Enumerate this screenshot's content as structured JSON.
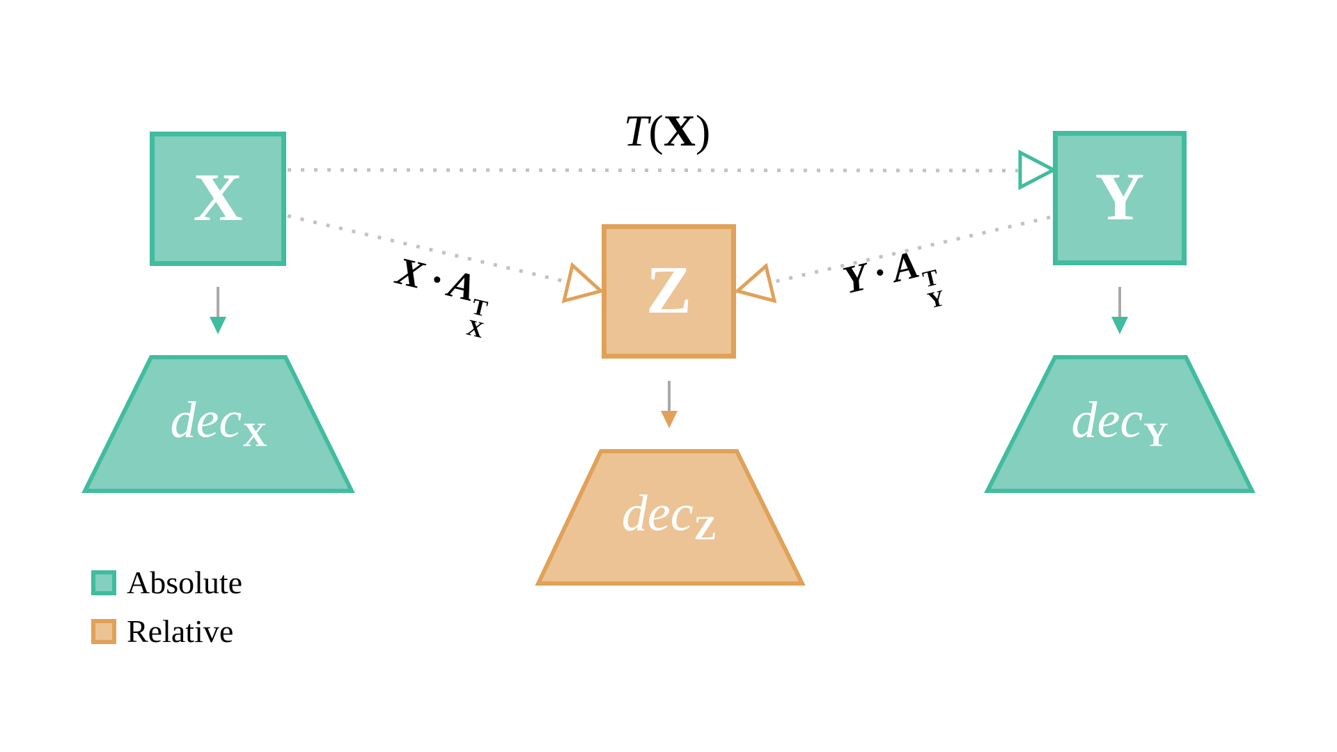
{
  "diagram": {
    "boxes": {
      "x": {
        "label": "X"
      },
      "y": {
        "label": "Y"
      },
      "z": {
        "label": "Z"
      }
    },
    "edges": {
      "x_to_y": {
        "t": "T",
        "open": "(",
        "x": "X",
        "close": ")"
      },
      "x_to_z": {
        "main": "X · A",
        "sup": "T",
        "sub": "X"
      },
      "y_to_z": {
        "main": "Y · A",
        "sup": "T",
        "sub": "Y"
      }
    },
    "decoders": {
      "x": {
        "main": "dec",
        "sub": "X"
      },
      "z": {
        "main": "dec",
        "sub": "Z"
      },
      "y": {
        "main": "dec",
        "sub": "Y"
      }
    },
    "legend": {
      "items": [
        {
          "label": "Absolute",
          "fill": "#84cfbe",
          "border": "#41bc9e"
        },
        {
          "label": "Relative",
          "fill": "#ecc394",
          "border": "#e0a159"
        }
      ]
    },
    "colors": {
      "absolute_fill": "#84cfbe",
      "absolute_border": "#41bc9e",
      "relative_fill": "#ecc394",
      "relative_border": "#e0a159",
      "dotted_line": "#c2c2c2",
      "arrow_shaft": "#a9a9a9",
      "text": "#000000",
      "background": "#ffffff"
    }
  }
}
